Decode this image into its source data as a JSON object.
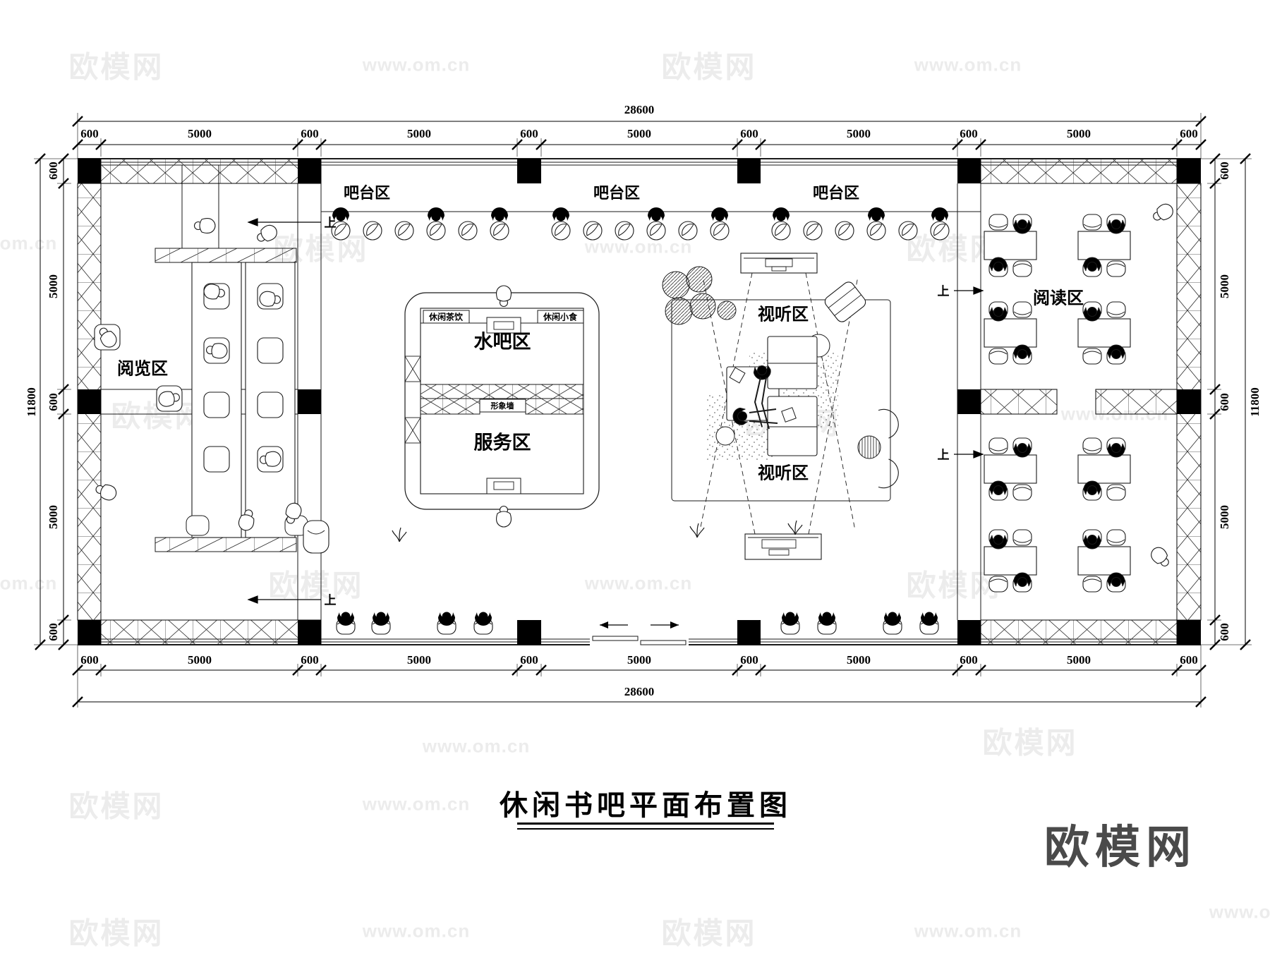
{
  "page": {
    "title": "休闲书吧平面布置图",
    "logo": "欧模网"
  },
  "watermark": {
    "brand": "欧模网",
    "url": "www.om.cn"
  },
  "dims": {
    "total_w": "28600",
    "total_h": "11800",
    "h": [
      "600",
      "5000",
      "600",
      "5000",
      "600",
      "5000",
      "600",
      "5000",
      "600",
      "5000",
      "600"
    ],
    "v": [
      "600",
      "5000",
      "600",
      "5000",
      "600"
    ]
  },
  "zones": {
    "bar": "吧台区",
    "browse": "阅览区",
    "water_bar": "水吧区",
    "service": "服务区",
    "image_wall": "形象墙",
    "tea": "休闲茶饮",
    "snack": "休闲小食",
    "av": "视听区",
    "reading": "阅读区",
    "up": "上"
  }
}
